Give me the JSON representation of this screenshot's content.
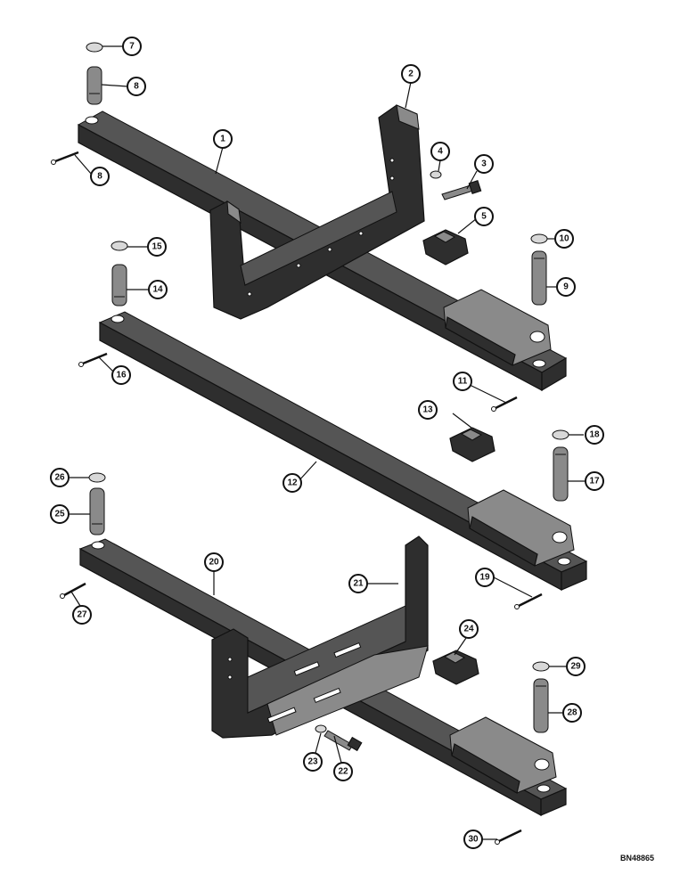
{
  "reference_code": "BN48865",
  "callouts": {
    "c1": "1",
    "c2": "2",
    "c3": "3",
    "c4": "4",
    "c5": "5",
    "c7": "7",
    "c8": "8",
    "c8b": "8",
    "c9": "9",
    "c10": "10",
    "c11": "11",
    "c12": "12",
    "c13": "13",
    "c14": "14",
    "c15": "15",
    "c16": "16",
    "c17": "17",
    "c18": "18",
    "c19": "19",
    "c20": "20",
    "c21": "21",
    "c22": "22",
    "c23": "23",
    "c24": "24",
    "c25": "25",
    "c26": "26",
    "c27": "27",
    "c28": "28",
    "c29": "29",
    "c30": "30"
  },
  "colors": {
    "ink": "#111111",
    "metal_dark": "#2e2e2e",
    "metal_mid": "#555555",
    "background": "#ffffff"
  }
}
